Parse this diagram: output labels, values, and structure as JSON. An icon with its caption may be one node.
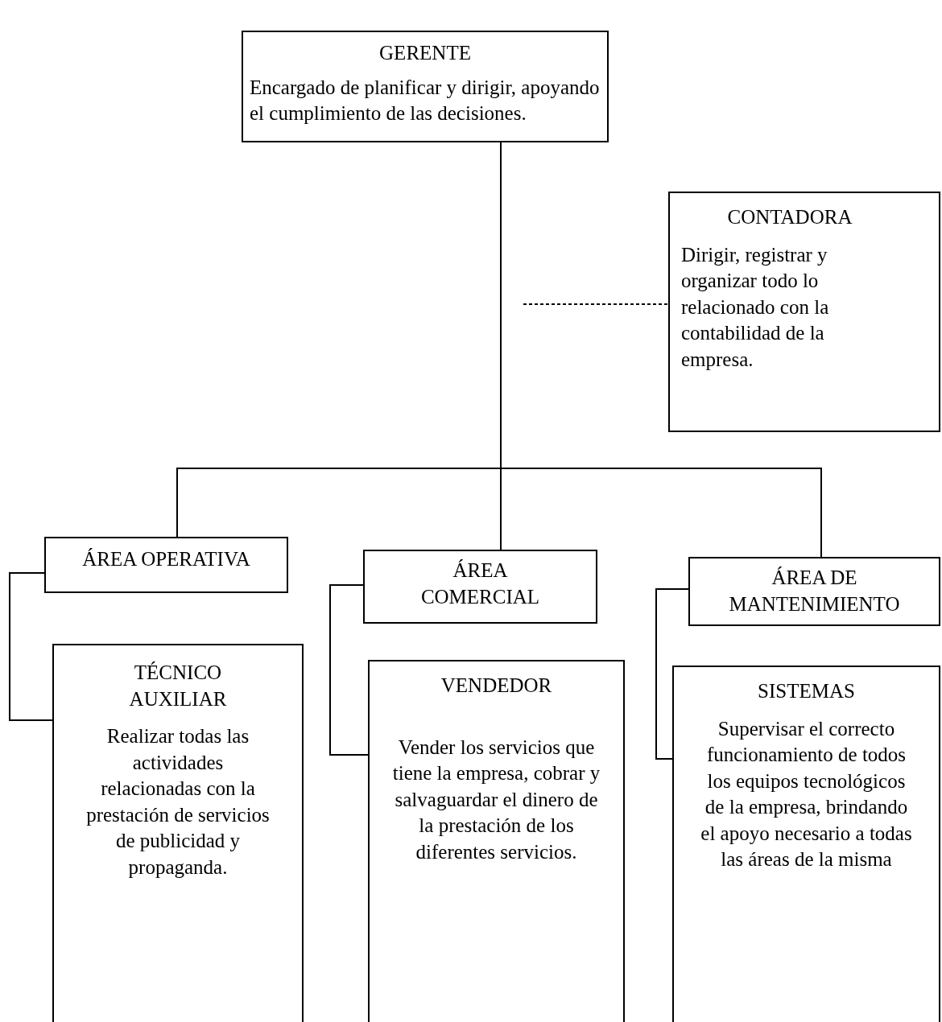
{
  "diagram": {
    "nodes": [
      {
        "text": [
          "GERENTE",
          "Encargado de planificar y dirigir, apoyando el cumplimiento de las decisiones."
        ]
      },
      {
        "text": [
          "CONTADORA",
          "Dirigir, registrar y organizar todo lo relacionado con la contabilidad de la empresa."
        ]
      },
      {
        "text": [
          "ÁREA OPERATIVA"
        ]
      },
      {
        "text": [
          "ÁREA COMERCIAL"
        ]
      },
      {
        "text": [
          "ÁREA DE MANTENIMIENTO"
        ]
      },
      {
        "text": [
          "TÉCNICO AUXILIAR",
          "Realizar todas las actividades relacionadas con la prestación de servicios de publicidad y propaganda."
        ]
      },
      {
        "text": [
          "VENDEDOR",
          "Vender los servicios que tiene la empresa, cobrar y salvaguardar el dinero de la prestación de los diferentes servicios."
        ]
      },
      {
        "text": [
          "SISTEMAS",
          "Supervisar el correcto funcionamiento de todos los equipos tecnológicos de la empresa, brindando el apoyo necesario a todas las áreas de la misma"
        ]
      }
    ],
    "edges": [
      {
        "from": null,
        "to": 1,
        "arrow": "none",
        "style": "dashed"
      },
      {
        "from": 0,
        "to": 2,
        "arrow": "none"
      },
      {
        "from": 0,
        "to": 3,
        "arrow": "none"
      },
      {
        "from": 0,
        "to": 4,
        "arrow": "none"
      },
      {
        "from": 2,
        "to": 5,
        "arrow": "none"
      },
      {
        "from": 3,
        "to": 6,
        "arrow": "none"
      },
      {
        "from": 4,
        "to": 7,
        "arrow": "none"
      }
    ]
  }
}
